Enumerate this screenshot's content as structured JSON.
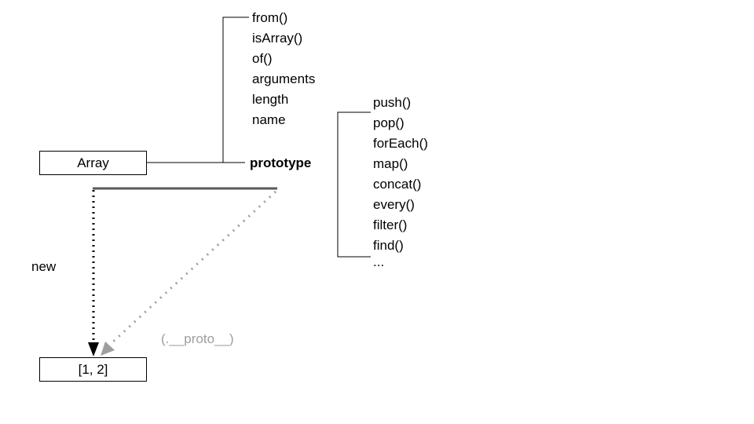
{
  "diagram": {
    "constructor_label": "Array",
    "static_members": [
      "from()",
      "isArray()",
      "of()",
      "arguments",
      "length",
      "name"
    ],
    "prototype_label": "prototype",
    "prototype_methods": [
      "push()",
      "pop()",
      "forEach()",
      "map()",
      "concat()",
      "every()",
      "filter()",
      "find()",
      "..."
    ],
    "instance_label": "[1, 2]",
    "new_label": "new",
    "proto_link_label": "(.__proto__)",
    "colors": {
      "line": "#000000",
      "connector_bar": "#595959",
      "proto_link": "#9e9e9e"
    }
  }
}
